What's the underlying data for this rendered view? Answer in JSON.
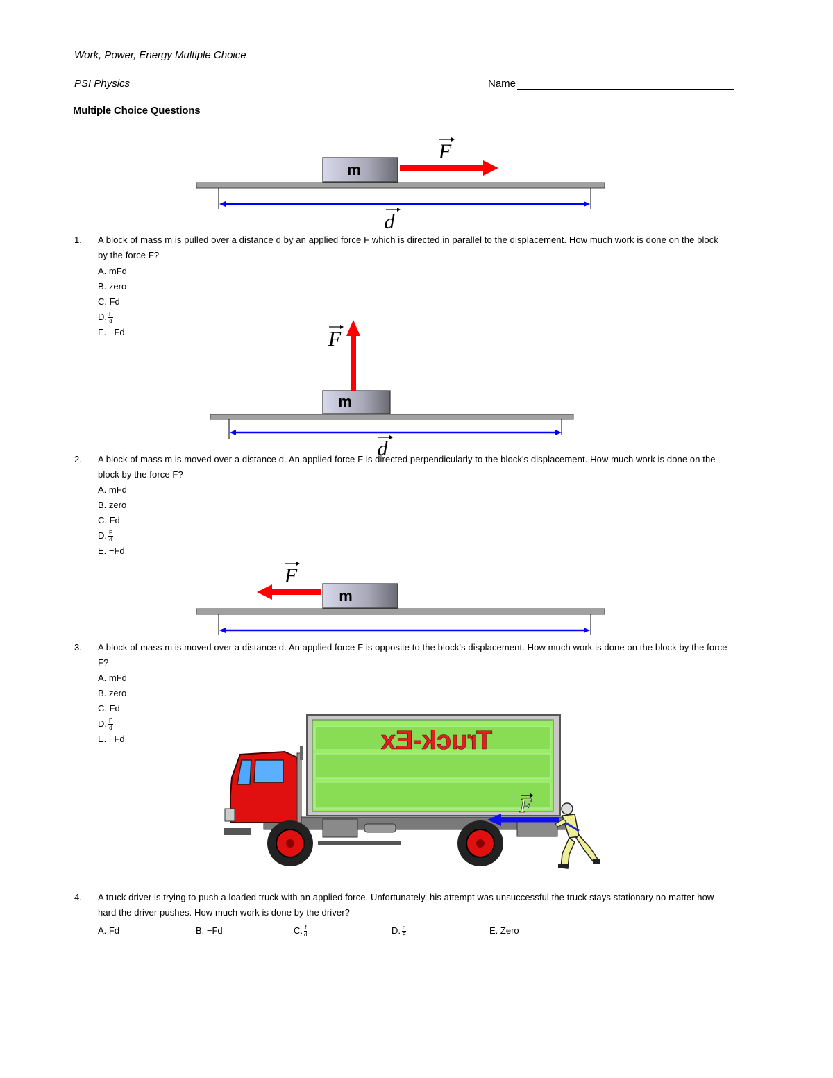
{
  "header": {
    "title": "Work, Power, Energy Multiple Choice",
    "course": "PSI Physics",
    "name_label": "Name"
  },
  "section_title": "Multiple Choice Questions",
  "diagrams": {
    "block_label": "m",
    "force_label": "F",
    "displacement_label": "d",
    "truck_sign": "Truck-Ex"
  },
  "questions": [
    {
      "number": "1.",
      "line1": "A block of mass m is pulled over a distance d by an applied force F which is directed in parallel to the displacement. How much work is done on the block",
      "line2": "by the force F?",
      "options": {
        "a": "A. mFd",
        "b": "B. zero",
        "c": "C. Fd",
        "d_prefix": "D.",
        "d_num": "F",
        "d_den": "d",
        "e": "E. −Fd"
      }
    },
    {
      "number": "2.",
      "line1": "A block of mass m is moved over a distance d. An applied force F is directed perpendicularly to the block's displacement. How much work is done on the",
      "line2": "block by the force F?",
      "options": {
        "a": "A. mFd",
        "b": "B. zero",
        "c": "C. Fd",
        "d_prefix": "D.",
        "d_num": "F",
        "d_den": "d",
        "e": "E. −Fd"
      }
    },
    {
      "number": "3.",
      "line1": "A block of mass m is moved over a distance d. An applied force F is opposite to the block's displacement. How much work is done on the block by the force",
      "line2": "F?",
      "options": {
        "a": "A. mFd",
        "b": "B. zero",
        "c": "C. Fd",
        "d_prefix": "D.",
        "d_num": "F",
        "d_den": "d",
        "e": "E. −Fd"
      }
    },
    {
      "number": "4.",
      "line1": "A truck driver is trying to push a loaded truck with an applied force. Unfortunately, his attempt was unsuccessful the truck stays stationary no matter how",
      "line2": "hard the driver pushes. How much work is done by the driver?",
      "options": {
        "a": "A. Fd",
        "b": "B. −Fd",
        "c_prefix": "C.",
        "c_num": "f",
        "c_den": "d",
        "d_prefix": "D.",
        "d_num": "d",
        "d_den": "F",
        "e": "E. Zero"
      }
    }
  ],
  "colors": {
    "force_arrow": "#ff0000",
    "displacement_arrow": "#0000ff",
    "floor": "#a0a0a0",
    "truck_cab": "#e01010",
    "truck_box": "#99ee66"
  }
}
